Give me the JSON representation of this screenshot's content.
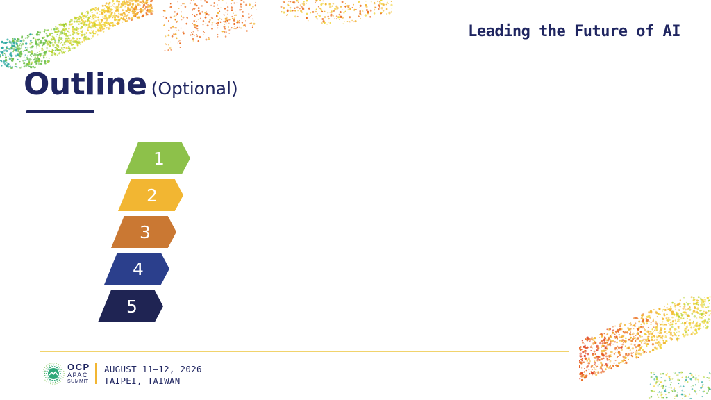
{
  "header": {
    "tagline": "Leading the Future of AI"
  },
  "title": {
    "main": "Outline",
    "sub": "(Optional)"
  },
  "steps": [
    {
      "label": "1",
      "color": "#8dc14a"
    },
    {
      "label": "2",
      "color": "#f2b632"
    },
    {
      "label": "3",
      "color": "#ca7833"
    },
    {
      "label": "4",
      "color": "#2b3f8c"
    },
    {
      "label": "5",
      "color": "#1f2453"
    }
  ],
  "footer": {
    "logo": {
      "ocp": "OCP",
      "apac": "APAC",
      "summit": "SUMMIT"
    },
    "date": "AUGUST 11–12, 2026",
    "location": "TAIPEI, TAIWAN"
  },
  "colors": {
    "navy": "#1f2560",
    "accent_yellow": "#f2b632",
    "accent_orange": "#ea6a1e",
    "accent_green": "#8dc14a",
    "accent_teal": "#2aa7a0"
  }
}
